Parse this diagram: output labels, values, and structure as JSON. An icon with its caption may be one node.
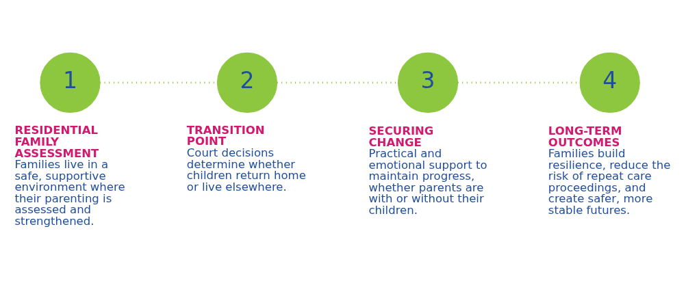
{
  "diagram": {
    "nodes": [
      {
        "text": [
          "1"
        ],
        "beside": [
          "RESIDENTIAL FAMILY ASSESSMENT",
          "Families live in a safe, supportive environment where their parenting is assessed and strengthened."
        ]
      },
      {
        "text": [
          "2"
        ],
        "beside": [
          "TRANSITION POINT",
          "Court decisions determine whether children return home or live elsewhere."
        ]
      },
      {
        "text": [
          "3"
        ],
        "beside": [
          "SECURING CHANGE",
          "Practical and emotional support to maintain progress, whether parents are with or without their children."
        ]
      },
      {
        "text": [
          "4"
        ],
        "beside": [
          "LONG-TERM OUTCOMES",
          "Families build resilience, reduce the risk of repeat care proceedings, and create safer, more stable futures."
        ]
      }
    ],
    "edges": [
      {
        "from": 0,
        "to": 1,
        "arrow": "none",
        "style": "dashed"
      },
      {
        "from": 1,
        "to": 2,
        "arrow": "none",
        "style": "dashed"
      },
      {
        "from": 2,
        "to": 3,
        "arrow": "none",
        "style": "dashed"
      }
    ]
  }
}
